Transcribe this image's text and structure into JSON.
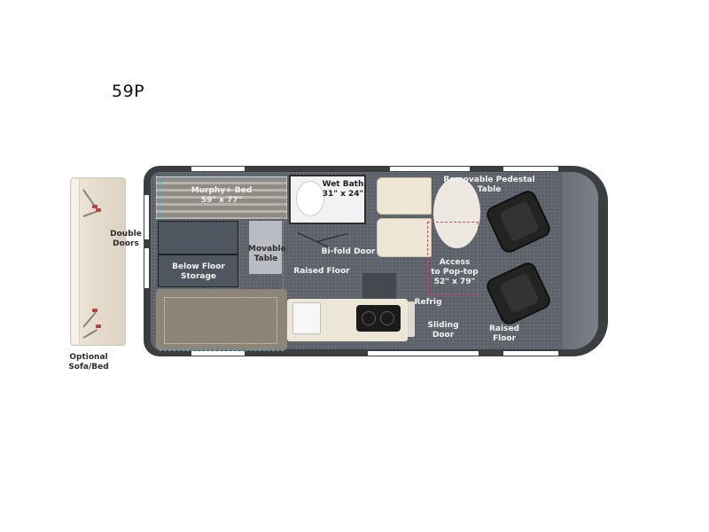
{
  "model": {
    "name": "59P"
  },
  "floorplan": {
    "labels": {
      "murphy_bed": "Murphy+ Bed",
      "murphy_bed_size": "59\" x 77\"",
      "wet_bath": "Wet Bath",
      "wet_bath_size": "31\" x 24\"",
      "removable_pedestal_table": "Removable Pedestal Table",
      "double_doors_1": "Double",
      "double_doors_2": "Doors",
      "movable_table_1": "Movable",
      "movable_table_2": "Table",
      "below_floor_storage_1": "Below Floor",
      "below_floor_storage_2": "Storage",
      "bifold_door": "Bi-fold Door",
      "raised_floor_rear": "Raised Floor",
      "access_poptop_1": "Access",
      "access_poptop_2": "to Pop-top",
      "access_poptop_size": "52\" x 79\"",
      "refrig": "Refrig",
      "sliding_door_1": "Sliding",
      "sliding_door_2": "Door",
      "raised_floor_front_1": "Raised",
      "raised_floor_front_2": "Floor",
      "optional_sofa_bed_1": "Optional",
      "optional_sofa_bed_2": "Sofa/Bed"
    },
    "colors": {
      "body": "#3b3d41",
      "floor": "#5b6068",
      "poptop_outline": "#d8446b",
      "cabinetry": "#ece6d6",
      "bench": "#8e857a",
      "bed_outline": "#4ea8c9"
    }
  }
}
